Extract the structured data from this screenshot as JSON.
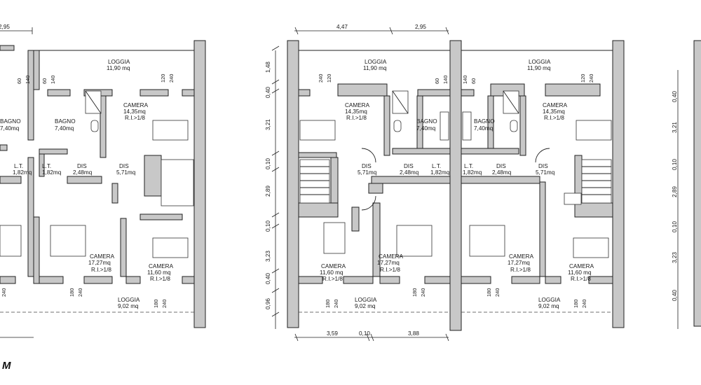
{
  "rooms": {
    "loggia": "LOGGIA",
    "loggia_top_area": "11,90 mq",
    "loggia_bottom_area": "9,02 mq",
    "camera": "CAMERA",
    "camera_top_area": "14,35mq",
    "camera_big_area": "17,27mq",
    "camera_small_area": "11,60 mq",
    "ri": "R.I.>1/8",
    "bagno": "BAGNO",
    "bagno_area": "7,40mq",
    "lt": "L.T.",
    "lt_area": "1,82mq",
    "dis": "DIS",
    "dis_small_area": "2,48mq",
    "dis_big_area": "5,71mq"
  },
  "dims": {
    "w447": "4,47",
    "w295": "2,95",
    "w359": "3,59",
    "w010": "0,10",
    "w388": "3,88",
    "v148": "1,48",
    "v040": "0,40",
    "v321": "3,21",
    "v010": "0,10",
    "v289": "2,89",
    "v323": "3,23",
    "v096": "0,96",
    "d120": "120",
    "d240": "240",
    "d60": "60",
    "d140": "140",
    "d180": "180"
  },
  "title": "M"
}
